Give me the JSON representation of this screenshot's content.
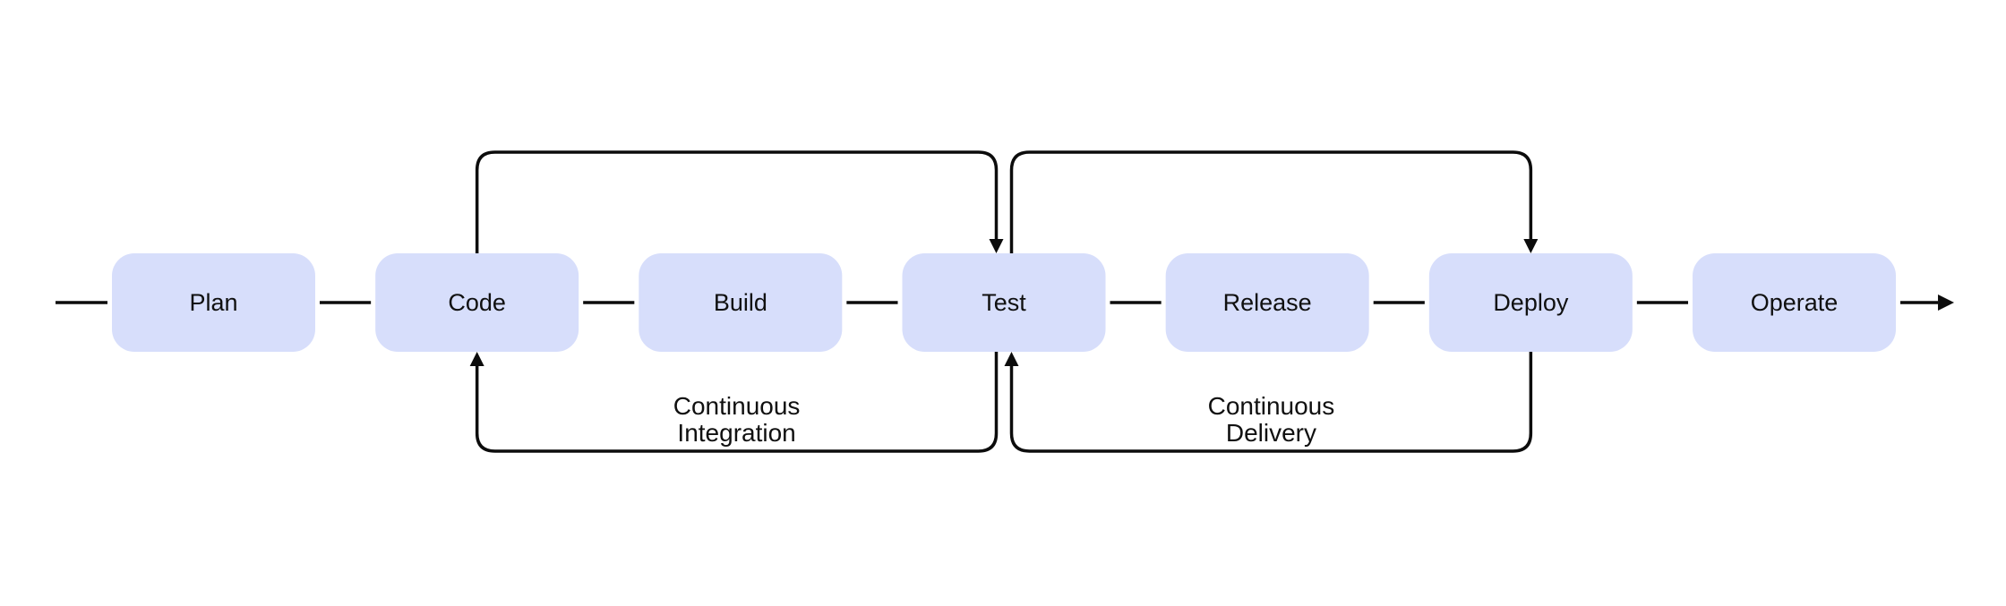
{
  "diagram": {
    "type": "devops-pipeline-flowchart",
    "background_color": "#ffffff",
    "node_fill_color": "#d7defb",
    "node_text_color": "#101010",
    "line_color": "#0c0c0c",
    "stages": [
      {
        "label": "Plan"
      },
      {
        "label": "Code"
      },
      {
        "label": "Build"
      },
      {
        "label": "Test"
      },
      {
        "label": "Release"
      },
      {
        "label": "Deploy"
      },
      {
        "label": "Operate"
      }
    ],
    "loops": [
      {
        "id": "continuous-integration",
        "label_line1": "Continuous",
        "label_line2": "Integration",
        "from_stage": "Code",
        "to_stage": "Test"
      },
      {
        "id": "continuous-delivery",
        "label_line1": "Continuous",
        "label_line2": "Delivery",
        "from_stage": "Test",
        "to_stage": "Deploy"
      }
    ]
  }
}
